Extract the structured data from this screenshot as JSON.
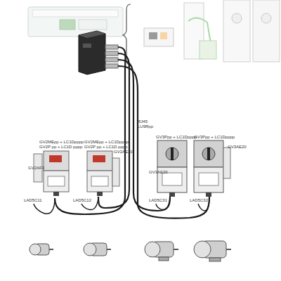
{
  "diagram": {
    "labels": [
      "GV2MEpp + LC1Dpppp",
      "GV2P pp + LC1D pppp",
      "GV2AF3",
      "GV2MEpp + LC1Dpppp",
      "GV2P pp + LC1D pppp",
      "GV2AE20",
      "GV3Ppp + LC1Dpppp",
      "GV3AE20",
      "GV3Ppp + LC1Dpppp",
      "GV3AE20",
      "RJ45",
      "LU9Rpp",
      "LAD5C11",
      "LAD5C12",
      "LAD5C31",
      "LAD5C32"
    ]
  }
}
